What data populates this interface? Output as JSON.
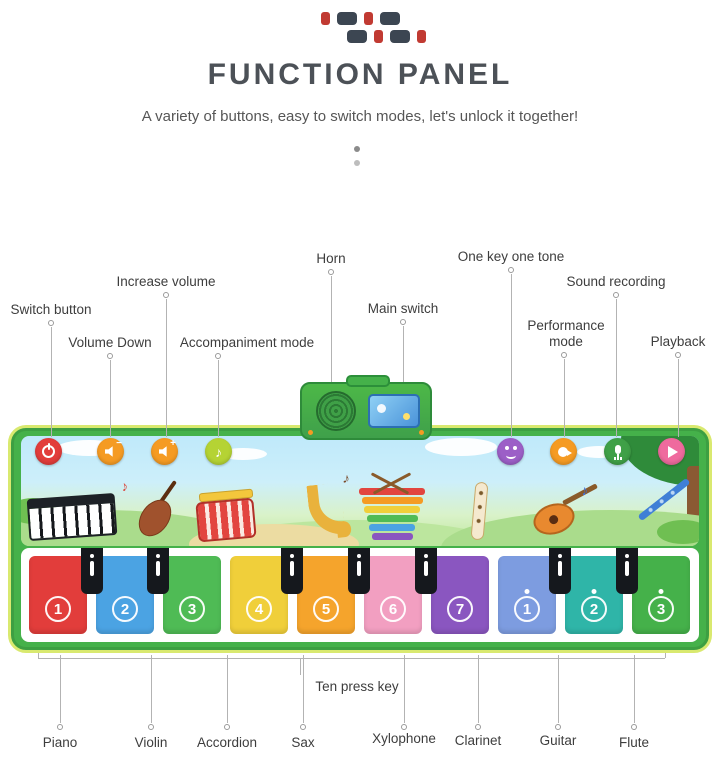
{
  "header": {
    "title": "FUNCTION PANEL",
    "subtitle": "A variety of buttons, easy to switch modes, let's unlock it together!"
  },
  "callouts": {
    "switch_button": "Switch button",
    "volume_down": "Volume Down",
    "increase_volume": "Increase volume",
    "accompaniment_mode": "Accompaniment mode",
    "horn": "Horn",
    "main_switch": "Main switch",
    "one_key_one_tone": "One key one tone",
    "performance_mode": "Performance mode",
    "sound_recording": "Sound recording",
    "playback": "Playback"
  },
  "mat": {
    "frame_color": "#45b14a",
    "buttons": [
      {
        "name": "power",
        "color": "#e23d3b"
      },
      {
        "name": "volume-down",
        "color": "#f59b23"
      },
      {
        "name": "volume-up",
        "color": "#f59b23"
      },
      {
        "name": "accompaniment",
        "color": "#b5d334"
      },
      {
        "name": "one-key-one-tone",
        "color": "#9c5fc7"
      },
      {
        "name": "performance",
        "color": "#f59b23"
      },
      {
        "name": "recording",
        "color": "#3fa047"
      },
      {
        "name": "playback",
        "color": "#ef6a9e"
      }
    ],
    "keys": [
      {
        "label": "1",
        "high_octave": false,
        "color": "#e23d3b"
      },
      {
        "label": "2",
        "high_octave": false,
        "color": "#4ba3e3"
      },
      {
        "label": "3",
        "high_octave": false,
        "color": "#4fbb55"
      },
      {
        "label": "4",
        "high_octave": false,
        "color": "#f0cf3a"
      },
      {
        "label": "5",
        "high_octave": false,
        "color": "#f5a42c"
      },
      {
        "label": "6",
        "high_octave": false,
        "color": "#f29fc1"
      },
      {
        "label": "7",
        "high_octave": false,
        "color": "#8a56c0"
      },
      {
        "label": "1",
        "high_octave": true,
        "color": "#7d9ce0"
      },
      {
        "label": "2",
        "high_octave": true,
        "color": "#2fb5a8"
      },
      {
        "label": "3",
        "high_octave": true,
        "color": "#45b14a"
      }
    ]
  },
  "icons": {
    "music_note": "♪",
    "minus": "−",
    "plus": "+"
  },
  "footer": {
    "ten_press_key": "Ten press key",
    "instruments": [
      "Piano",
      "Violin",
      "Accordion",
      "Sax",
      "Xylophone",
      "Clarinet",
      "Guitar",
      "Flute"
    ]
  }
}
